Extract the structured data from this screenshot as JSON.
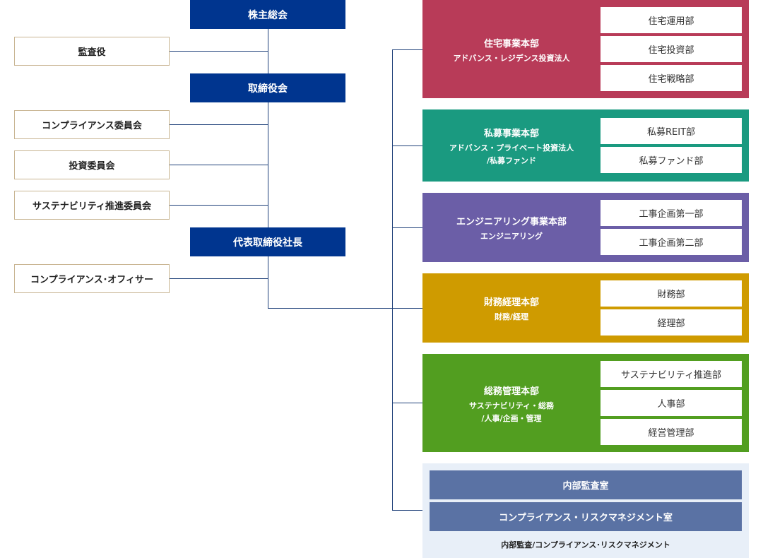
{
  "governance": {
    "shareholders": "株主総会",
    "board": "取締役会",
    "president": "代表取締役社長"
  },
  "side_units": {
    "auditor": "監査役",
    "compliance_committee": "コンプライアンス委員会",
    "investment_committee": "投資委員会",
    "sustainability_committee": "サステナビリティ推進委員会",
    "compliance_officer": "コンプライアンス･オフィサー"
  },
  "divisions": [
    {
      "title": "住宅事業本部",
      "sub": [
        "アドバンス・レジデンス投資法人"
      ],
      "color": "#b83b58",
      "depts": [
        "住宅運用部",
        "住宅投資部",
        "住宅戦略部"
      ]
    },
    {
      "title": "私募事業本部",
      "sub": [
        "アドバンス・プライベート投資法人",
        "/私募ファンド"
      ],
      "color": "#1a9a80",
      "depts": [
        "私募REIT部",
        "私募ファンド部"
      ]
    },
    {
      "title": "エンジニアリング事業本部",
      "sub": [
        "エンジニアリング"
      ],
      "color": "#6b5ea7",
      "depts": [
        "工事企画第一部",
        "工事企画第二部"
      ]
    },
    {
      "title": "財務経理本部",
      "sub": [
        "財務/経理"
      ],
      "color": "#cf9b00",
      "depts": [
        "財務部",
        "経理部"
      ]
    },
    {
      "title": "総務管理本部",
      "sub": [
        "サステナビリティ・総務",
        "/人事/企画・管理"
      ],
      "color": "#529e20",
      "depts": [
        "サステナビリティ推進部",
        "人事部",
        "経営管理部"
      ]
    }
  ],
  "audit": {
    "internal_audit": "内部監査室",
    "compliance_risk": "コンプライアンス・リスクマネジメント室",
    "caption": "内部監査/コンプライアンス･リスクマネジメント",
    "bg_color": "#e8eff8",
    "bar_color": "#5a72a4"
  },
  "colors": {
    "navy": "#00358f",
    "outline_border": "#c8b491",
    "line": "#1d3f78"
  }
}
